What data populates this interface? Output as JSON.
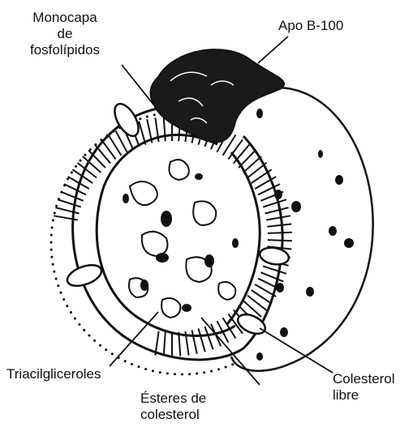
{
  "labels": {
    "phospholipid_monolayer": [
      "Monocapa",
      "de",
      "fosfolípidos"
    ],
    "apo_b100": "Apo B-100",
    "triacylglycerols": "Triacilgliceroles",
    "cholesterol_esters": [
      "Ésteres de",
      "colesterol"
    ],
    "free_cholesterol": [
      "Colesterol",
      "libre"
    ]
  },
  "colors": {
    "ink": "#111111",
    "background": "#ffffff"
  }
}
